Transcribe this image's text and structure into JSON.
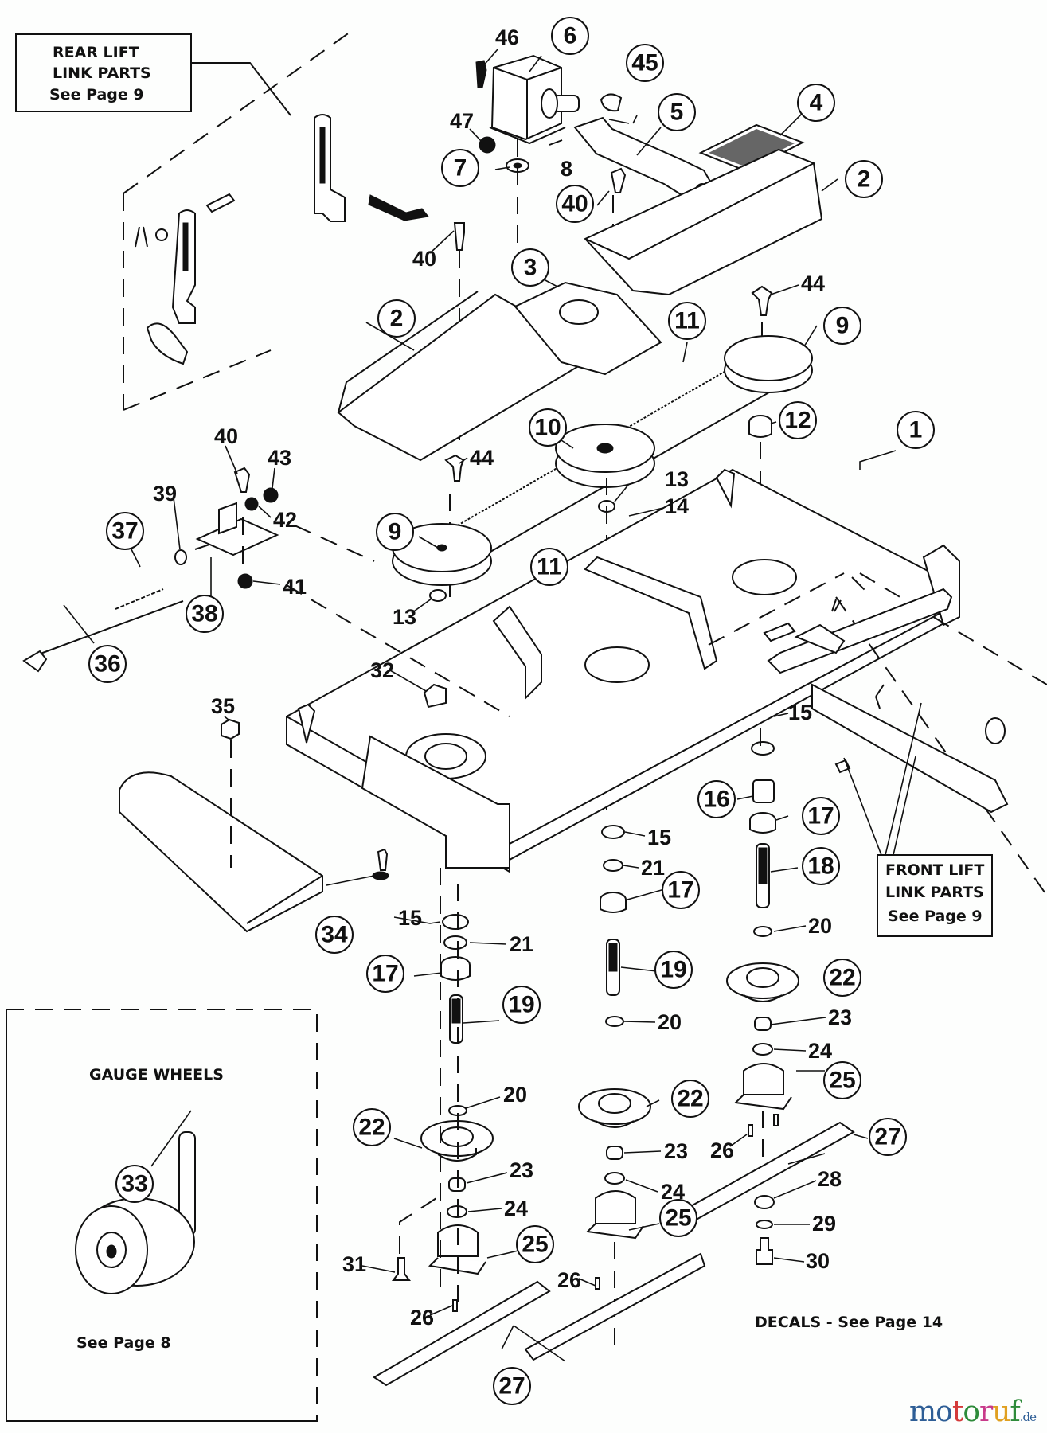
{
  "notes": {
    "rear_lift": {
      "line1": "REAR LIFT",
      "line2": "LINK PARTS",
      "line3": "See Page 9"
    },
    "front_lift": {
      "line1": "FRONT LIFT",
      "line2": "LINK PARTS",
      "line3": "See Page 9"
    },
    "gauge_wheels": {
      "title": "GAUGE WHEELS",
      "ref": "See Page 8"
    },
    "decals": "DECALS - See Page 14"
  },
  "callouts": [
    {
      "id": "c1",
      "label": "1"
    },
    {
      "id": "c2a",
      "label": "2"
    },
    {
      "id": "c2b",
      "label": "2"
    },
    {
      "id": "c3",
      "label": "3"
    },
    {
      "id": "c4",
      "label": "4"
    },
    {
      "id": "c5",
      "label": "5"
    },
    {
      "id": "c6",
      "label": "6"
    },
    {
      "id": "c7",
      "label": "7"
    },
    {
      "id": "c9a",
      "label": "9"
    },
    {
      "id": "c9b",
      "label": "9"
    },
    {
      "id": "c10",
      "label": "10"
    },
    {
      "id": "c11a",
      "label": "11"
    },
    {
      "id": "c11b",
      "label": "11"
    },
    {
      "id": "c12",
      "label": "12"
    },
    {
      "id": "c16",
      "label": "16"
    },
    {
      "id": "c17a",
      "label": "17"
    },
    {
      "id": "c17b",
      "label": "17"
    },
    {
      "id": "c17c",
      "label": "17"
    },
    {
      "id": "c18",
      "label": "18"
    },
    {
      "id": "c19a",
      "label": "19"
    },
    {
      "id": "c19b",
      "label": "19"
    },
    {
      "id": "c22a",
      "label": "22"
    },
    {
      "id": "c22b",
      "label": "22"
    },
    {
      "id": "c22c",
      "label": "22"
    },
    {
      "id": "c25a",
      "label": "25"
    },
    {
      "id": "c25b",
      "label": "25"
    },
    {
      "id": "c25c",
      "label": "25"
    },
    {
      "id": "c27a",
      "label": "27"
    },
    {
      "id": "c27b",
      "label": "27"
    },
    {
      "id": "c33",
      "label": "33"
    },
    {
      "id": "c34",
      "label": "34"
    },
    {
      "id": "c36",
      "label": "36"
    },
    {
      "id": "c37",
      "label": "37"
    },
    {
      "id": "c38",
      "label": "38"
    },
    {
      "id": "c40a",
      "label": "40"
    },
    {
      "id": "c45",
      "label": "45"
    }
  ],
  "labels": [
    {
      "id": "l8",
      "label": "8"
    },
    {
      "id": "l13a",
      "label": "13"
    },
    {
      "id": "l13b",
      "label": "13"
    },
    {
      "id": "l14",
      "label": "14"
    },
    {
      "id": "l15a",
      "label": "15"
    },
    {
      "id": "l15b",
      "label": "15"
    },
    {
      "id": "l15c",
      "label": "15"
    },
    {
      "id": "l20a",
      "label": "20"
    },
    {
      "id": "l20b",
      "label": "20"
    },
    {
      "id": "l20c",
      "label": "20"
    },
    {
      "id": "l21a",
      "label": "21"
    },
    {
      "id": "l21b",
      "label": "21"
    },
    {
      "id": "l23a",
      "label": "23"
    },
    {
      "id": "l23b",
      "label": "23"
    },
    {
      "id": "l23c",
      "label": "23"
    },
    {
      "id": "l24a",
      "label": "24"
    },
    {
      "id": "l24b",
      "label": "24"
    },
    {
      "id": "l24c",
      "label": "24"
    },
    {
      "id": "l26a",
      "label": "26"
    },
    {
      "id": "l26b",
      "label": "26"
    },
    {
      "id": "l26c",
      "label": "26"
    },
    {
      "id": "l28",
      "label": "28"
    },
    {
      "id": "l29",
      "label": "29"
    },
    {
      "id": "l30",
      "label": "30"
    },
    {
      "id": "l31",
      "label": "31"
    },
    {
      "id": "l32",
      "label": "32"
    },
    {
      "id": "l35",
      "label": "35"
    },
    {
      "id": "l39",
      "label": "39"
    },
    {
      "id": "l40b",
      "label": "40"
    },
    {
      "id": "l40c",
      "label": "40"
    },
    {
      "id": "l41",
      "label": "41"
    },
    {
      "id": "l42",
      "label": "42"
    },
    {
      "id": "l43",
      "label": "43"
    },
    {
      "id": "l44a",
      "label": "44"
    },
    {
      "id": "l44b",
      "label": "44"
    },
    {
      "id": "l46",
      "label": "46"
    },
    {
      "id": "l47",
      "label": "47"
    }
  ],
  "watermark": {
    "letters": [
      "m",
      "o",
      "t",
      "o",
      "r",
      "u",
      "f"
    ],
    "colors": [
      "#2e5e96",
      "#2e5e96",
      "#d43a3a",
      "#2e8b3a",
      "#c83a8a",
      "#e0a020",
      "#2e8b3a"
    ],
    "suffix": ".de"
  }
}
